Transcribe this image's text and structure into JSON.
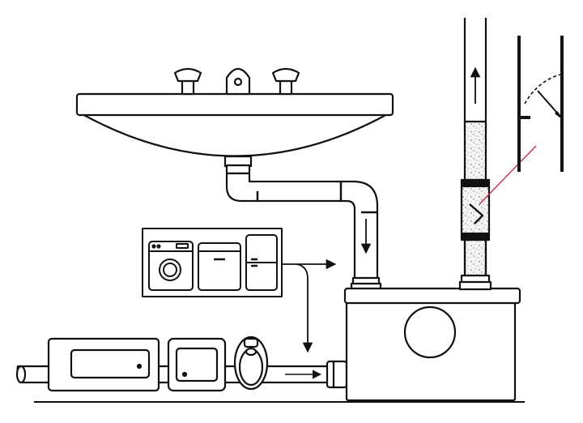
{
  "diagram": {
    "kind": "plumbing-schematic",
    "colors": {
      "line": "#111111",
      "fill": "#ffffff",
      "accent": "#c0304a",
      "speckle": "#555555"
    },
    "components": [
      {
        "id": "sink",
        "icon": "sink-icon"
      },
      {
        "id": "faucet",
        "icon": "faucet-icon"
      },
      {
        "id": "appliances",
        "icon": "appliance-panel-icon",
        "items": [
          "washing-machine",
          "dishwasher",
          "refrigerator"
        ]
      },
      {
        "id": "bathtub",
        "icon": "bathtub-icon"
      },
      {
        "id": "shower-tray",
        "icon": "shower-tray-icon"
      },
      {
        "id": "toilet",
        "icon": "toilet-icon"
      },
      {
        "id": "pump-unit",
        "icon": "pump-unit-icon"
      },
      {
        "id": "vent-pipe",
        "icon": "vent-pipe-icon"
      },
      {
        "id": "check-valve",
        "icon": "check-valve-icon"
      },
      {
        "id": "valve-detail",
        "icon": "valve-detail-icon"
      }
    ],
    "flow_arrows": [
      "sink-drain-down",
      "appliance-drain-right",
      "appliance-drain-down",
      "floor-drain-right",
      "riser-up"
    ]
  }
}
